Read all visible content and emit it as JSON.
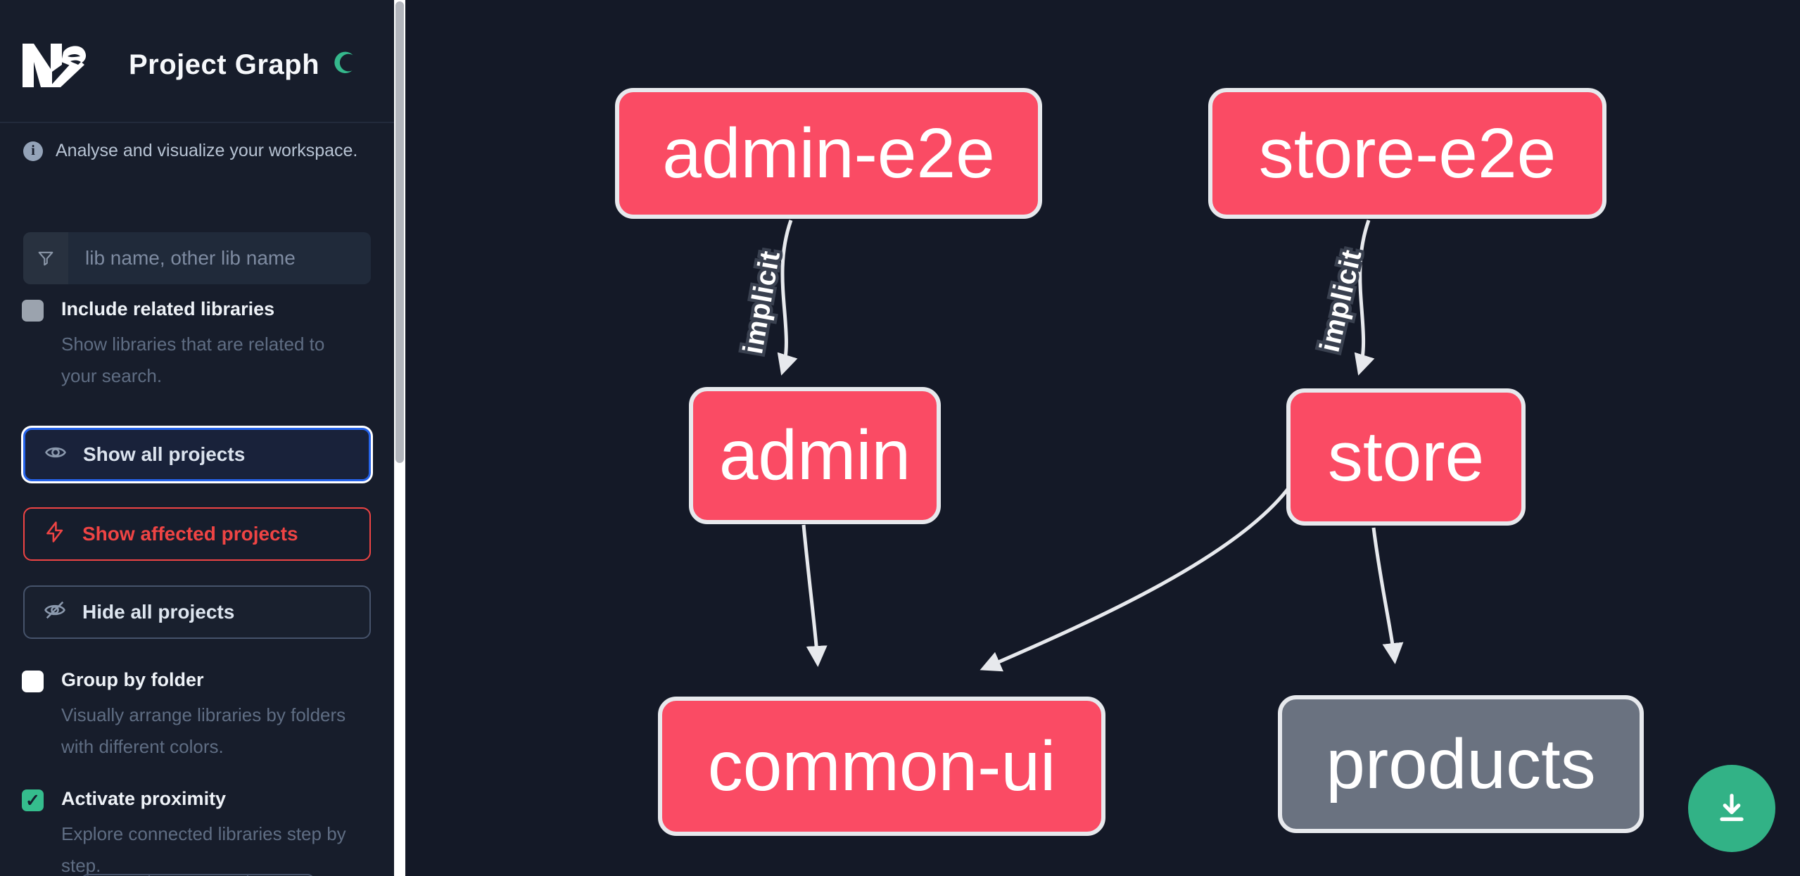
{
  "header": {
    "title": "Project Graph",
    "logo": "nx-logo",
    "theme_toggle": "dark-mode-moon"
  },
  "sidebar": {
    "info_text": "Analyse and visualize your workspace.",
    "search": {
      "placeholder": "lib name, other lib name",
      "value": ""
    },
    "options": [
      {
        "label": "Include related libraries",
        "description": "Show libraries that are related to your search.",
        "checked": false
      },
      {
        "label": "Group by folder",
        "description": "Visually arrange libraries by folders with different colors.",
        "checked": false
      },
      {
        "label": "Activate proximity",
        "description": "Explore connected libraries step by step.",
        "checked": true
      }
    ],
    "buttons": {
      "show_all": "Show all projects",
      "show_affected": "Show affected projects",
      "hide_all": "Hide all projects"
    }
  },
  "graph": {
    "nodes": [
      {
        "label": "admin-e2e",
        "type": "e2e"
      },
      {
        "label": "store-e2e",
        "type": "e2e"
      },
      {
        "label": "admin",
        "type": "app"
      },
      {
        "label": "store",
        "type": "app"
      },
      {
        "label": "common-ui",
        "type": "lib"
      },
      {
        "label": "products",
        "type": "lib-unfocused"
      }
    ],
    "edges": [
      {
        "from": "admin-e2e",
        "to": "admin",
        "label": "implicit"
      },
      {
        "from": "store-e2e",
        "to": "store",
        "label": "implicit"
      },
      {
        "from": "admin",
        "to": "common-ui",
        "label": ""
      },
      {
        "from": "store",
        "to": "common-ui",
        "label": ""
      },
      {
        "from": "store",
        "to": "products",
        "label": ""
      }
    ]
  },
  "icons": {
    "check_glyph": "✓",
    "info_glyph": "i"
  },
  "colors": {
    "node_pink": "#fa4b64",
    "node_gray": "#6a7280",
    "node_border": "#e7e9ed",
    "edge": "#e7e9ed",
    "accent_green": "#35bd8d",
    "fab_green": "#32b286",
    "focus_blue": "#2563eb",
    "affected_red": "#ef4444",
    "sidebar_bg": "#171d2b",
    "canvas_bg": "#141927"
  }
}
